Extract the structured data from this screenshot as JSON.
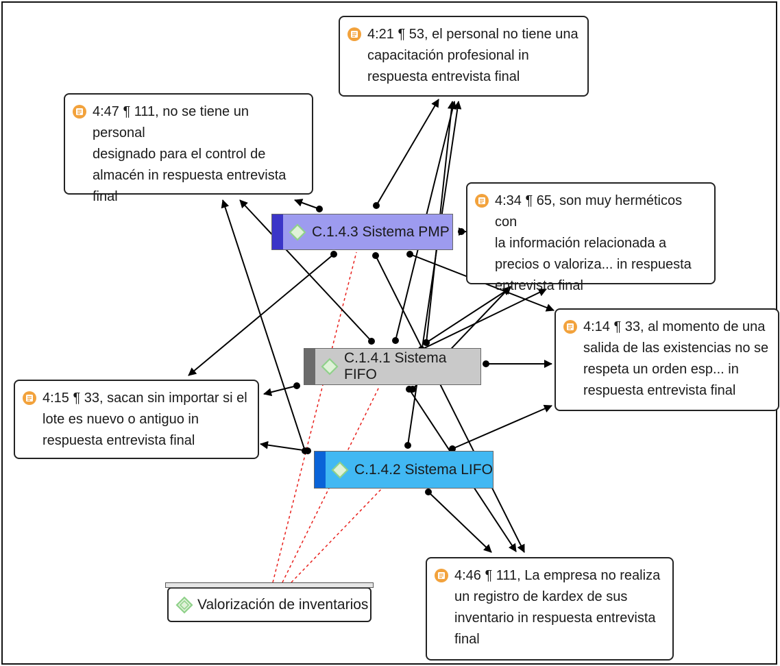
{
  "colors": {
    "pmp_fill": "#9d9bef",
    "pmp_bar": "#3b35c8",
    "fifo_fill": "#c9c9c9",
    "fifo_bar": "#6b6b6b",
    "lifo_fill": "#41b8f3",
    "lifo_bar": "#0a63d8",
    "quote_icon": "#f2a23c",
    "code_icon": "#8fd18a",
    "link": "#000000",
    "dashed_link": "#e8201c"
  },
  "icons": {
    "quote": "document-quote-icon",
    "code": "code-diamond-icon"
  },
  "codes": {
    "pmp": "C.1.4.3 Sistema PMP",
    "fifo": "C.1.4.1 Sistema FIFO",
    "lifo": "C.1.4.2 Sistema LIFO"
  },
  "theme": {
    "label": "Valorización de inventarios"
  },
  "quotes": {
    "q421": [
      "4:21 ¶ 53, el personal no tiene una",
      "capacitación profesional in",
      "respuesta entrevista final"
    ],
    "q447": [
      "4:47 ¶ 111, no se tiene un personal",
      "designado para el control de",
      "almacén in respuesta entrevista",
      "final"
    ],
    "q434": [
      "4:34 ¶ 65, son muy herméticos con",
      "la información relacionada a",
      "precios o valoriza... in respuesta",
      "entrevista final"
    ],
    "q414": [
      "4:14 ¶ 33, al momento de una",
      "salida de las existencias no se",
      "respeta un orden esp... in",
      "respuesta entrevista final"
    ],
    "q415": [
      "4:15 ¶ 33, sacan sin importar si el",
      "lote es nuevo o antiguo in",
      "respuesta entrevista final"
    ],
    "q446": [
      "4:46 ¶ 111, La empresa no realiza",
      "un registro de kardex de sus",
      "inventario in respuesta entrevista",
      "final"
    ]
  }
}
